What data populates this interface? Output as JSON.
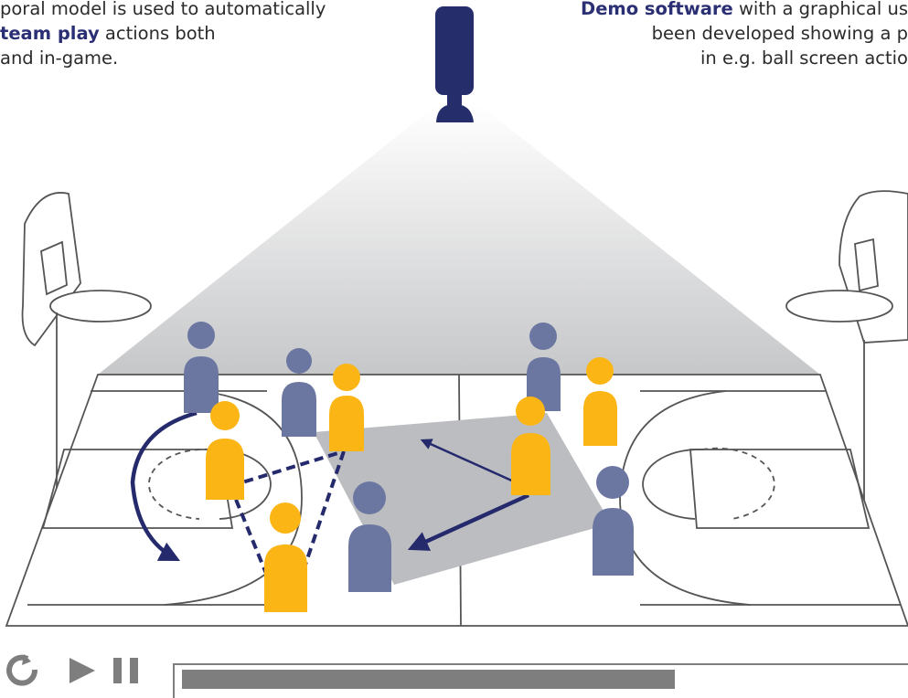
{
  "caption_left": {
    "line1": "poral model is used to automatically",
    "line2_bold": "team play",
    "line2_rest": " actions both",
    "line3": "and in-game."
  },
  "caption_right": {
    "line1_bold": "Demo software",
    "line1_rest": " with a graphical us",
    "line2": "been developed showing a p",
    "line3": "in e.g. ball screen actio"
  },
  "colors": {
    "camera": "#262d6b",
    "team_blue": "#6b77a1",
    "team_yellow": "#fbb515",
    "arrow": "#252a6d",
    "court_line": "#555555",
    "zone_gray": "#bcbdc0",
    "control_gray": "#7e7e7e"
  },
  "icons": {
    "camera": "overhead-camera-icon",
    "replay": "replay-icon",
    "play": "play-icon",
    "pause": "pause-icon"
  },
  "playback": {
    "progress": 0.68
  }
}
